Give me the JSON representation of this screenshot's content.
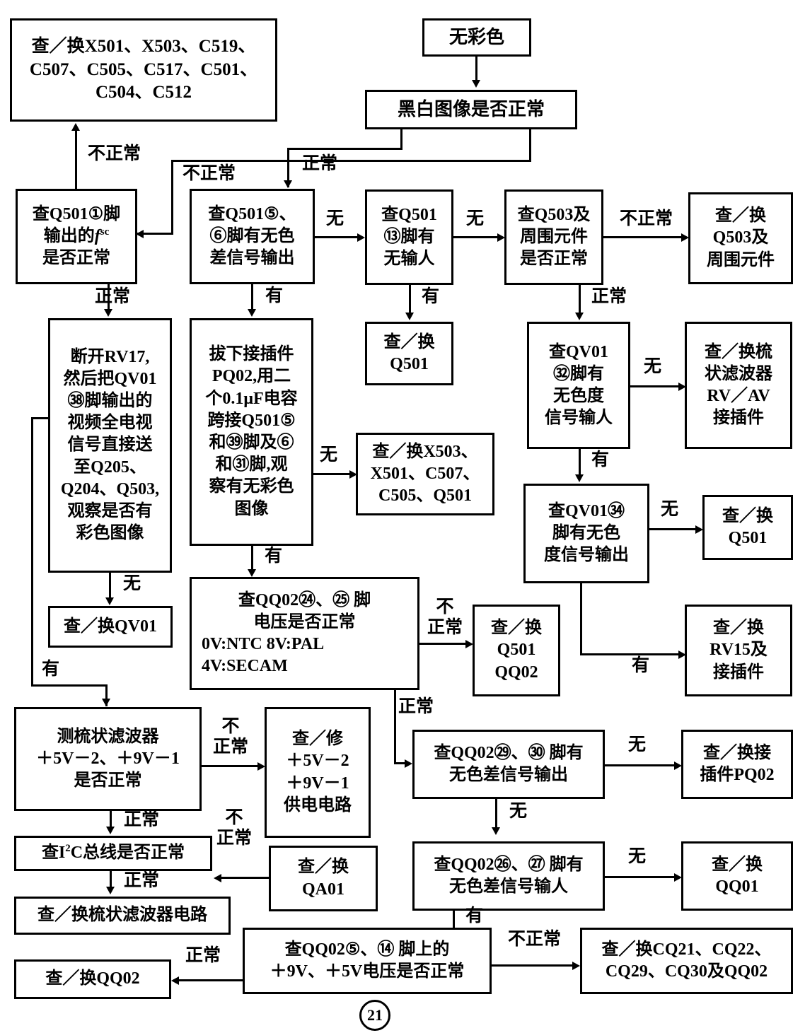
{
  "meta": {
    "page_number": "21",
    "line_color": "#000000",
    "background": "#ffffff"
  },
  "nodes": {
    "n_fix_x501": {
      "lines": [
        "查／换X501、X503、C519、",
        "C507、C505、C517、C501、",
        "C504、C512"
      ]
    },
    "n_no_color": {
      "lines": [
        "无彩色"
      ]
    },
    "n_bw_ok": {
      "lines": [
        "黑白图像是否正常"
      ]
    },
    "n_q501_p1": {
      "lines": [
        "查Q501①脚",
        "输出的f",
        "是否正常"
      ],
      "sub": "sc"
    },
    "n_q501_p56": {
      "lines": [
        "查Q501⑤、",
        "⑥脚有无色",
        "差信号输出"
      ]
    },
    "n_q501_p13": {
      "lines": [
        "查Q501",
        "⑬脚有",
        "无输人"
      ]
    },
    "n_q503_chk": {
      "lines": [
        "查Q503及",
        "周围元件",
        "是否正常"
      ]
    },
    "n_fix_q503": {
      "lines": [
        "查／换",
        "Q503及",
        "周围元件"
      ]
    },
    "n_rv17": {
      "lines": [
        "断开RV17,",
        "然后把QV01",
        "㊳脚输出的",
        "视频全电视",
        "信号直接送",
        "至Q205、",
        "Q204、Q503,",
        "观察是否有",
        "彩色图像"
      ]
    },
    "n_pq02_cap": {
      "lines": [
        "拔下接插件",
        "PQ02,用二",
        "个0.1μF电容",
        "跨接Q501⑤",
        "和㊴脚及⑥",
        "和㉛脚,观",
        "察有无彩色",
        "图像"
      ]
    },
    "n_fix_q501": {
      "lines": [
        "查／换",
        "Q501"
      ]
    },
    "n_fix_x503": {
      "lines": [
        "查／换X503、",
        "X501、C507、",
        "C505、Q501"
      ]
    },
    "n_qv01_p32": {
      "lines": [
        "查QV01",
        "㉜脚有",
        "无色度",
        "信号输人"
      ]
    },
    "n_fix_comb_rvav": {
      "lines": [
        "查／换梳",
        "状滤波器",
        "RV／AV",
        "接插件"
      ]
    },
    "n_qv01_p34": {
      "lines": [
        "查QV01㉞",
        "脚有无色",
        "度信号输出"
      ]
    },
    "n_fix_q501_b": {
      "lines": [
        "查／换",
        "Q501"
      ]
    },
    "n_fix_rv15": {
      "lines": [
        "查／换",
        "RV15及",
        "接插件"
      ]
    },
    "n_fix_qv01": {
      "lines": [
        "查／换QV01"
      ]
    },
    "n_qq02_2425": {
      "lines": [
        "查QQ02㉔、㉕ 脚",
        "电压是否正常",
        "0V:NTC   8V:PAL",
        "4V:SECAM"
      ]
    },
    "n_fix_q501_qq02": {
      "lines": [
        "查／换",
        "Q501",
        "QQ02"
      ]
    },
    "n_comb_pw": {
      "lines": [
        "测梳状滤波器",
        "＋5V－2、＋9V－1",
        "是否正常"
      ]
    },
    "n_fix_pw": {
      "lines": [
        "查／修",
        "＋5V－2",
        "＋9V－1",
        "供电电路"
      ]
    },
    "n_i2c": {
      "lines": [
        "查I²C总线是否正常"
      ]
    },
    "n_fix_qa01": {
      "lines": [
        "查／换",
        "QA01"
      ]
    },
    "n_fix_comb_circuit": {
      "lines": [
        "查／换梳状滤波器电路"
      ]
    },
    "n_fix_qq02": {
      "lines": [
        "查／换QQ02"
      ]
    },
    "n_qq02_2930": {
      "lines": [
        "查QQ02㉙、㉚ 脚有",
        "无色差信号输出"
      ]
    },
    "n_fix_pq02": {
      "lines": [
        "查／换接",
        "插件PQ02"
      ]
    },
    "n_qq02_2627": {
      "lines": [
        "查QQ02㉖、㉗ 脚有",
        "无色差信号输人"
      ]
    },
    "n_fix_qq01": {
      "lines": [
        "查／换",
        "QQ01"
      ]
    },
    "n_qq02_514": {
      "lines": [
        "查QQ02⑤、⑭ 脚上的",
        "＋9V、＋5V电压是否正常"
      ]
    },
    "n_fix_cq21": {
      "lines": [
        "查／换CQ21、CQ22、",
        "CQ29、CQ30及QQ02"
      ]
    }
  },
  "edge_labels": {
    "e1_abnormal": "不正常",
    "e2_abnormal": "不正常",
    "e3_normal": "正常",
    "e4_normal": "正常",
    "e5_none": "无",
    "e6_none": "无",
    "e7_abnormal": "不正常",
    "e8_have": "有",
    "e9_have": "有",
    "e10_normal": "正常",
    "e11_none": "无",
    "e12_have": "有",
    "e13_none": "无",
    "e14_none": "无",
    "e15_have": "有",
    "e16_none": "无",
    "e17_have": "有",
    "e18_abnormal": "不\n正常",
    "e19_normal": "正常",
    "e20_abnormal": "不\n正常",
    "e21_normal": "正常",
    "e22_abnormal": "不\n正常",
    "e23_normal": "正常",
    "e24_none": "无",
    "e25_none": "无",
    "e26_none": "无",
    "e27_have": "有",
    "e28_abnormal": "不正常",
    "e29_normal": "正常"
  }
}
